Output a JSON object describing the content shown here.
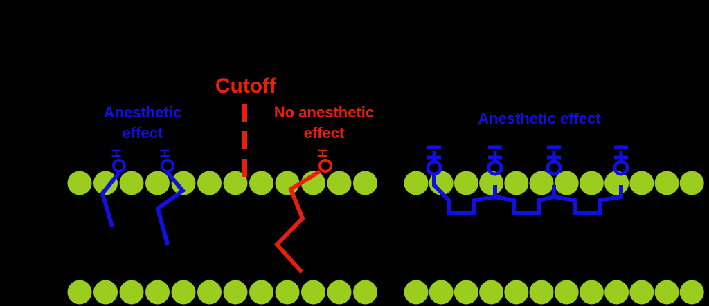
{
  "colors": {
    "background": "#000000",
    "lipid_head": "#9acd1e",
    "anesthetic": "#1010e0",
    "no_effect": "#e8200a"
  },
  "labels": {
    "cutoff": "Cutoff",
    "anesthetic_effect_line1": "Anesthetic",
    "anesthetic_effect_line2": "effect",
    "no_effect_line1": "No anesthetic",
    "no_effect_line2": "effect",
    "right_anesthetic_effect": "Anesthetic effect"
  },
  "molecule_label": {
    "oxygen": "O",
    "hydrogen": "H"
  }
}
